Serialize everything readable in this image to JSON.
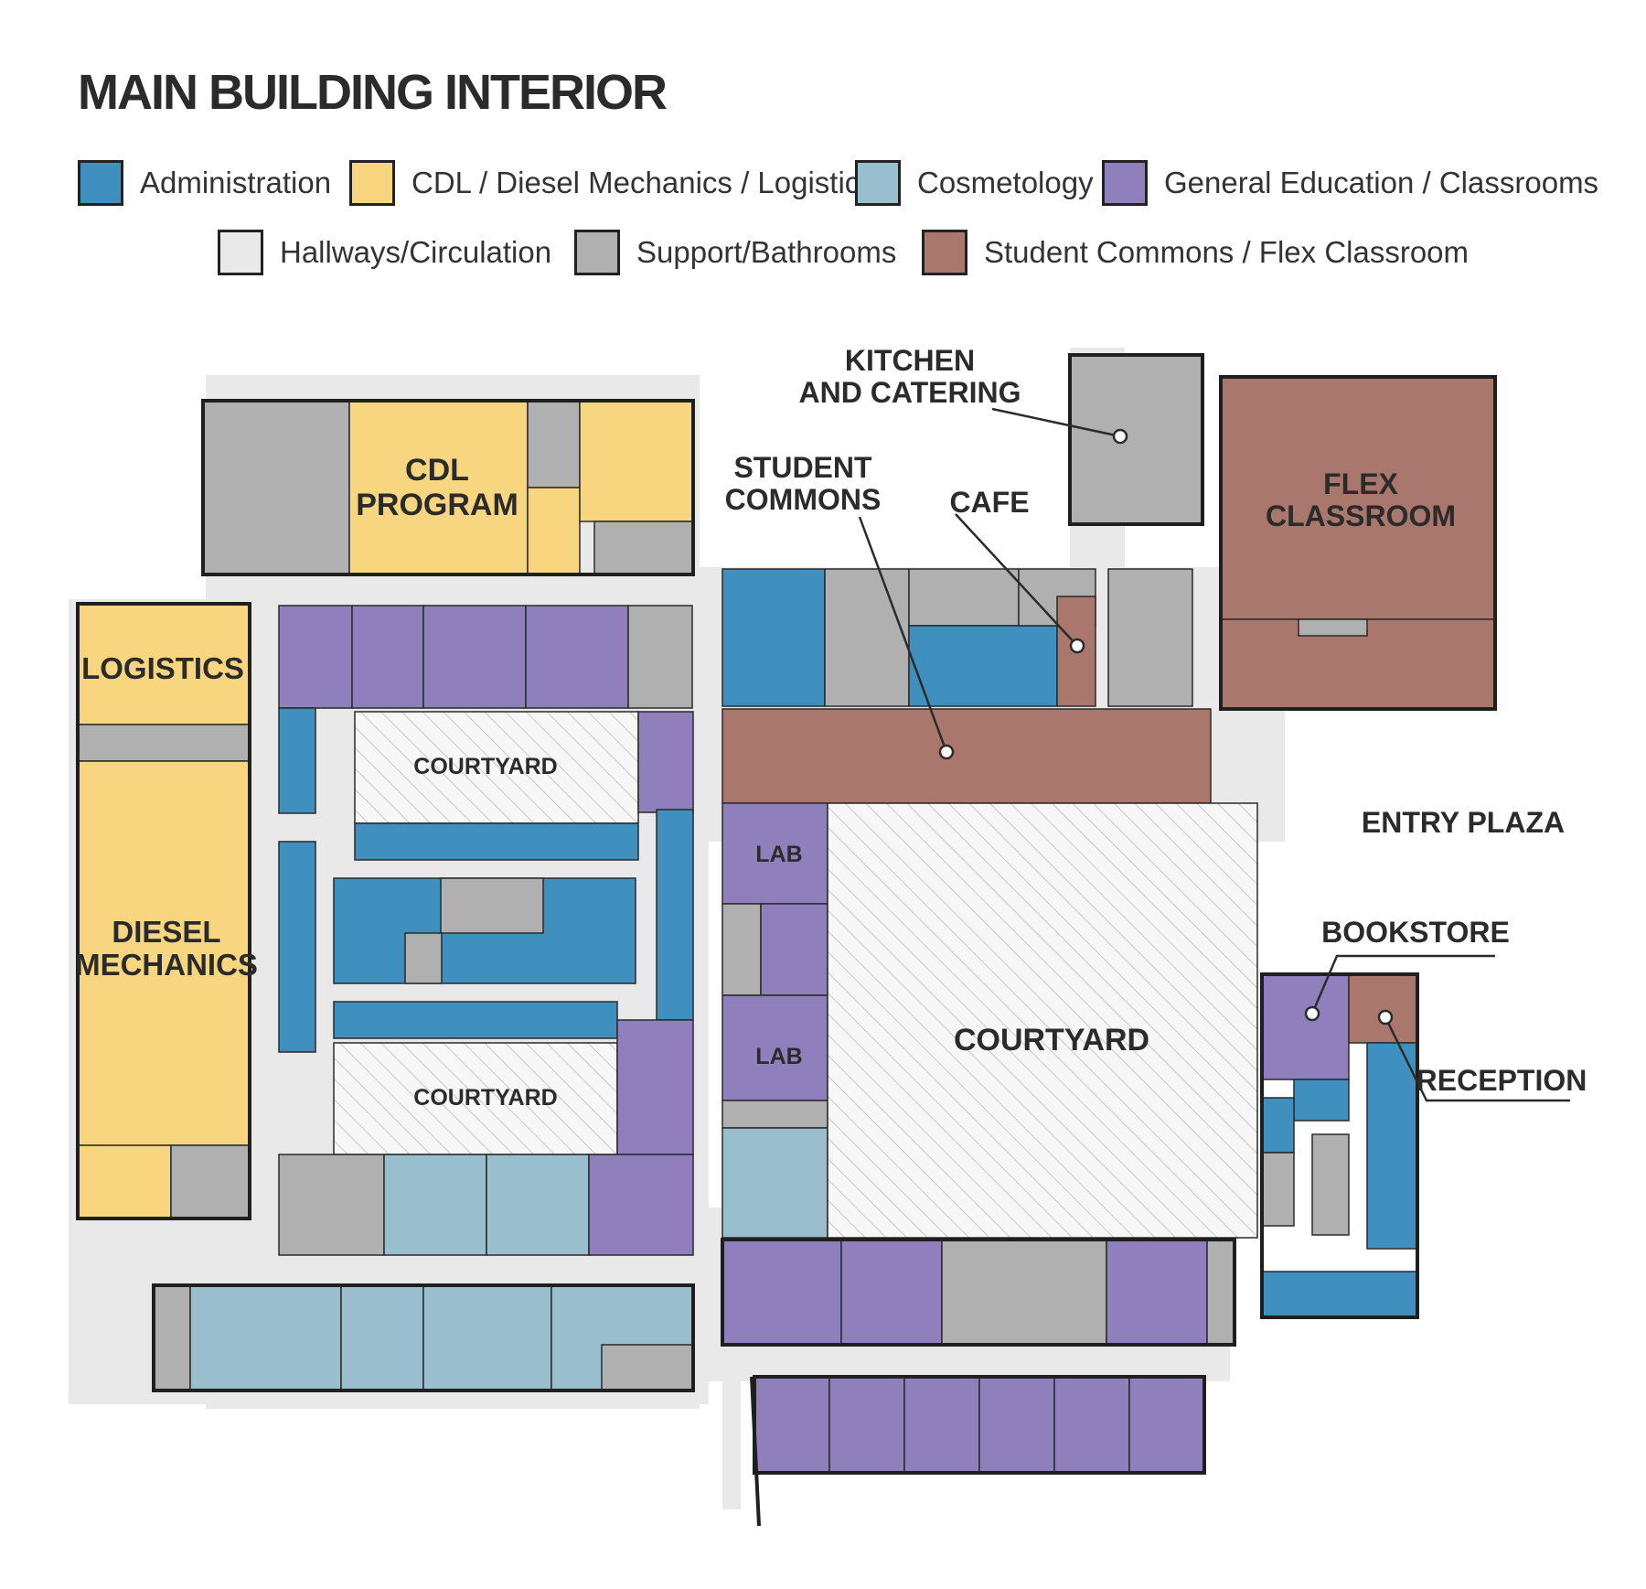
{
  "title": "MAIN BUILDING INTERIOR",
  "legend": [
    {
      "label": "Administration",
      "color": "#3f8fbf"
    },
    {
      "label": "CDL / Diesel Mechanics / Logistics",
      "color": "#f7d67f"
    },
    {
      "label": "Cosmetology",
      "color": "#99bfcf"
    },
    {
      "label": "General Education / Classrooms",
      "color": "#8f80bd"
    },
    {
      "label": "Hallways/Circulation",
      "color": "#e9e9e9"
    },
    {
      "label": "Support/Bathrooms",
      "color": "#b1b0b0"
    },
    {
      "label": "Student Commons / Flex Classroom",
      "color": "#a9776b"
    }
  ],
  "labels": {
    "cdl_1": "CDL",
    "cdl_2": "PROGRAM",
    "logistics": "LOGISTICS",
    "diesel_1": "DIESEL",
    "diesel_2": "MECHANICS",
    "courtyard_top": "COURTYARD",
    "courtyard_bottom": "COURTYARD",
    "courtyard_main": "COURTYARD",
    "lab_top": "LAB",
    "lab_bottom": "LAB",
    "kitchen_1": "KITCHEN",
    "kitchen_2": "AND CATERING",
    "commons_1": "STUDENT",
    "commons_2": "COMMONS",
    "cafe": "CAFE",
    "flex_1": "FLEX",
    "flex_2": "CLASSROOM",
    "entry_plaza": "ENTRY PLAZA",
    "bookstore": "BOOKSTORE",
    "reception": "RECEPTION"
  }
}
